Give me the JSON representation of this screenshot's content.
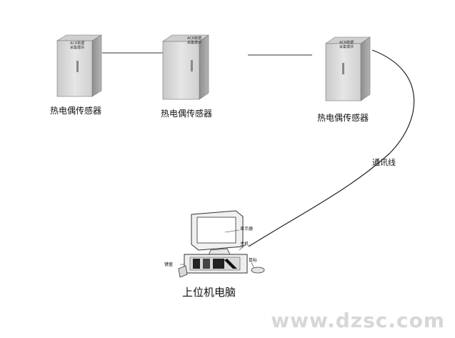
{
  "cabinets": [
    {
      "module_line1": "ACR数据",
      "module_line2": "采集模块",
      "label": "热电偶传感器"
    },
    {
      "module_line1": "ACR数据",
      "module_line2": "采集模块",
      "label": "热电偶传感器"
    },
    {
      "module_line1": "ACR数据",
      "module_line2": "采集模块",
      "label": "热电偶传感器"
    }
  ],
  "cable_label": "通讯线",
  "computer": {
    "title": "上位机电脑",
    "monitor_label": "显示器",
    "host_label": "主机",
    "keyboard_label": "键盘",
    "mouse_label": "鼠标"
  },
  "watermark": "www.dzsc.com"
}
